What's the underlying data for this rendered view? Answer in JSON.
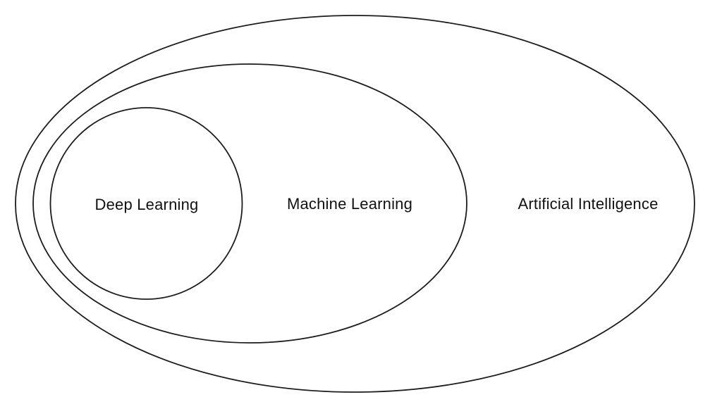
{
  "diagram": {
    "type": "nested-venn",
    "description": "Nested ellipse diagram showing Deep Learning as a subset of Machine Learning, which is a subset of Artificial Intelligence",
    "sets": [
      {
        "id": "artificial-intelligence",
        "label": "Artificial Intelligence",
        "level": 1,
        "contains": "machine-learning"
      },
      {
        "id": "machine-learning",
        "label": "Machine Learning",
        "level": 2,
        "contains": "deep-learning"
      },
      {
        "id": "deep-learning",
        "label": "Deep Learning",
        "level": 3,
        "contains": null
      }
    ],
    "colors": {
      "stroke": "#1c1c1c",
      "background": "#ffffff",
      "text": "#111111"
    }
  }
}
